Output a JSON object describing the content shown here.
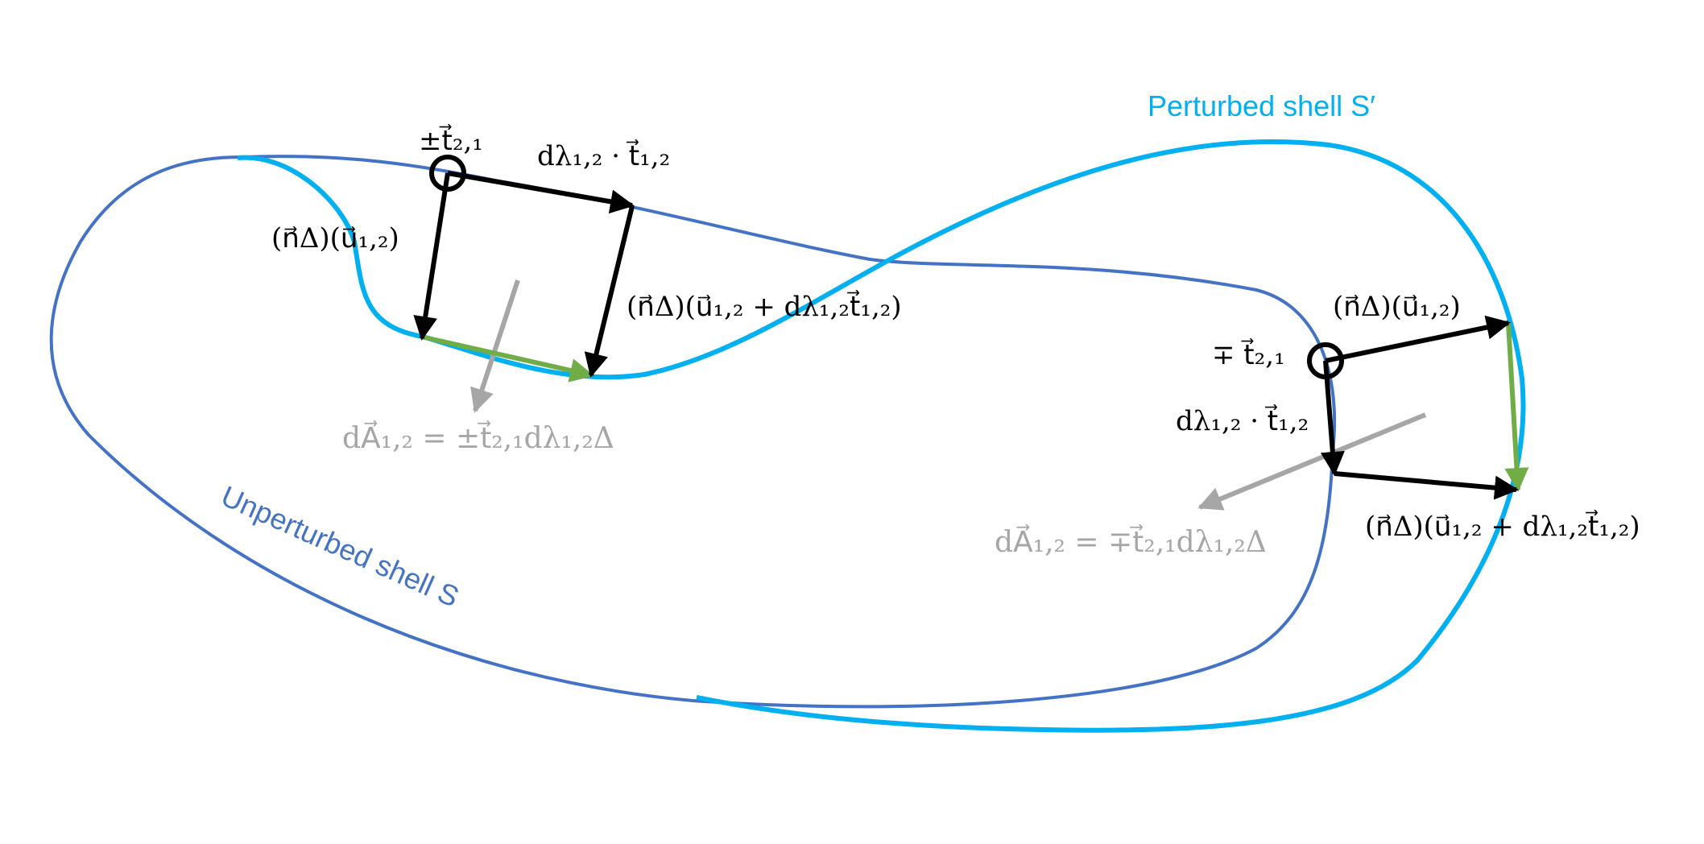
{
  "colors": {
    "unperturbed": "#4472c4",
    "perturbed": "#00b0f0",
    "vector": "#000000",
    "area": "#a6a6a6",
    "edge": "#70ad47"
  },
  "labels": {
    "perturbed_shell": "Perturbed shell S′",
    "unperturbed_shell": "Unperturbed shell S",
    "pm_t21": "±t⃗₂,₁",
    "dlambda_t12_left": "dλ₁,₂ · t⃗₁,₂",
    "ndelta_u12_left": "(n⃗Δ)(u⃗₁,₂)",
    "ndelta_u12_dl_left": "(n⃗Δ)(u⃗₁,₂ + dλ₁,₂t⃗₁,₂)",
    "dA_left": "dA⃗₁,₂ = ±t⃗₂,₁dλ₁,₂Δ",
    "mp_t21": "∓ t⃗₂,₁",
    "ndelta_u12_right": "(n⃗Δ)(u⃗₁,₂)",
    "dlambda_t12_right": "dλ₁,₂ · t⃗₁,₂",
    "dA_right": "dA⃗₁,₂ = ∓t⃗₂,₁dλ₁,₂Δ",
    "ndelta_u12_dl_right": "(n⃗Δ)(u⃗₁,₂ + dλ₁,₂t⃗₁,₂)"
  }
}
